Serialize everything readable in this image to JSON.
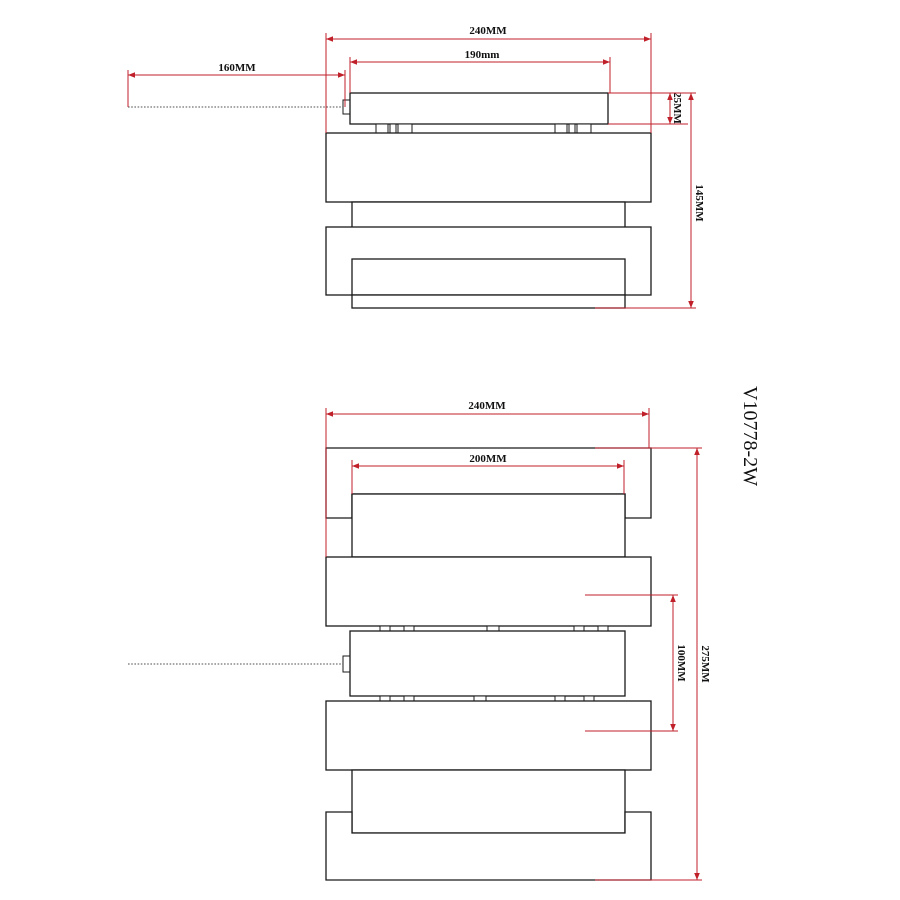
{
  "model": "V10778-2W",
  "side_view": {
    "width_overall": "240MM",
    "width_top": "190mm",
    "chain_length": "160MM",
    "top_height": "25MM",
    "total_height": "145MM"
  },
  "front_view": {
    "width_overall": "240MM",
    "width_inner": "200MM",
    "spacing": "100MM",
    "total_height": "275MM"
  },
  "colors": {
    "dimension": "#c0202a",
    "outline": "#1a1a1a",
    "chain": "#8a8a8a"
  }
}
